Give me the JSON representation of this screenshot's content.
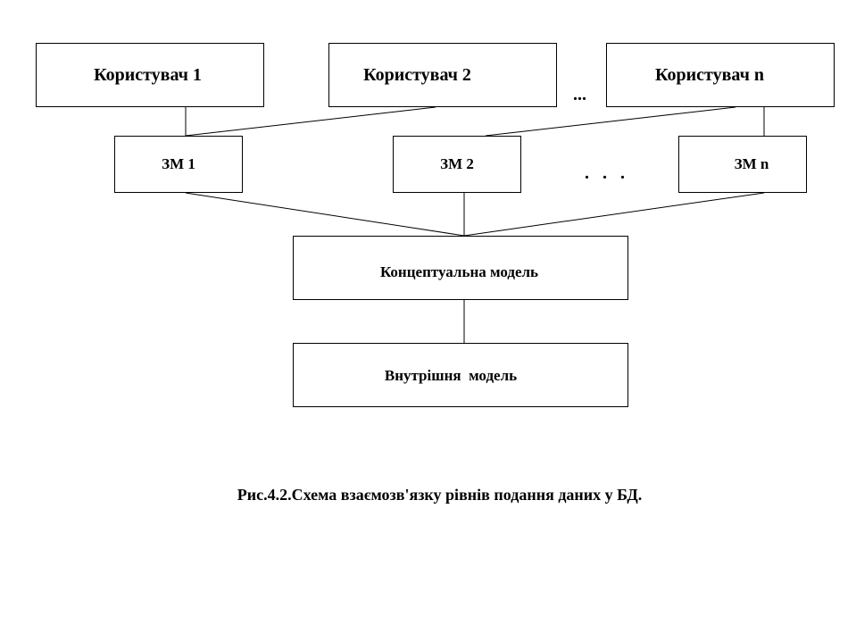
{
  "users": [
    {
      "label": "Користувач 1"
    },
    {
      "label": "Користувач 2"
    },
    {
      "label": "Користувач n"
    }
  ],
  "users_ellipsis": "...",
  "external_models": [
    {
      "label": "ЗМ 1"
    },
    {
      "label": "ЗМ 2"
    },
    {
      "label": "ЗМ n"
    }
  ],
  "external_ellipsis": ". . .",
  "conceptual_model": "Концептуальна модель",
  "internal_model": "Внутрішня  модель",
  "caption": "Рис.4.2.Схема взаємозв'язку рівнів подання даних у БД."
}
